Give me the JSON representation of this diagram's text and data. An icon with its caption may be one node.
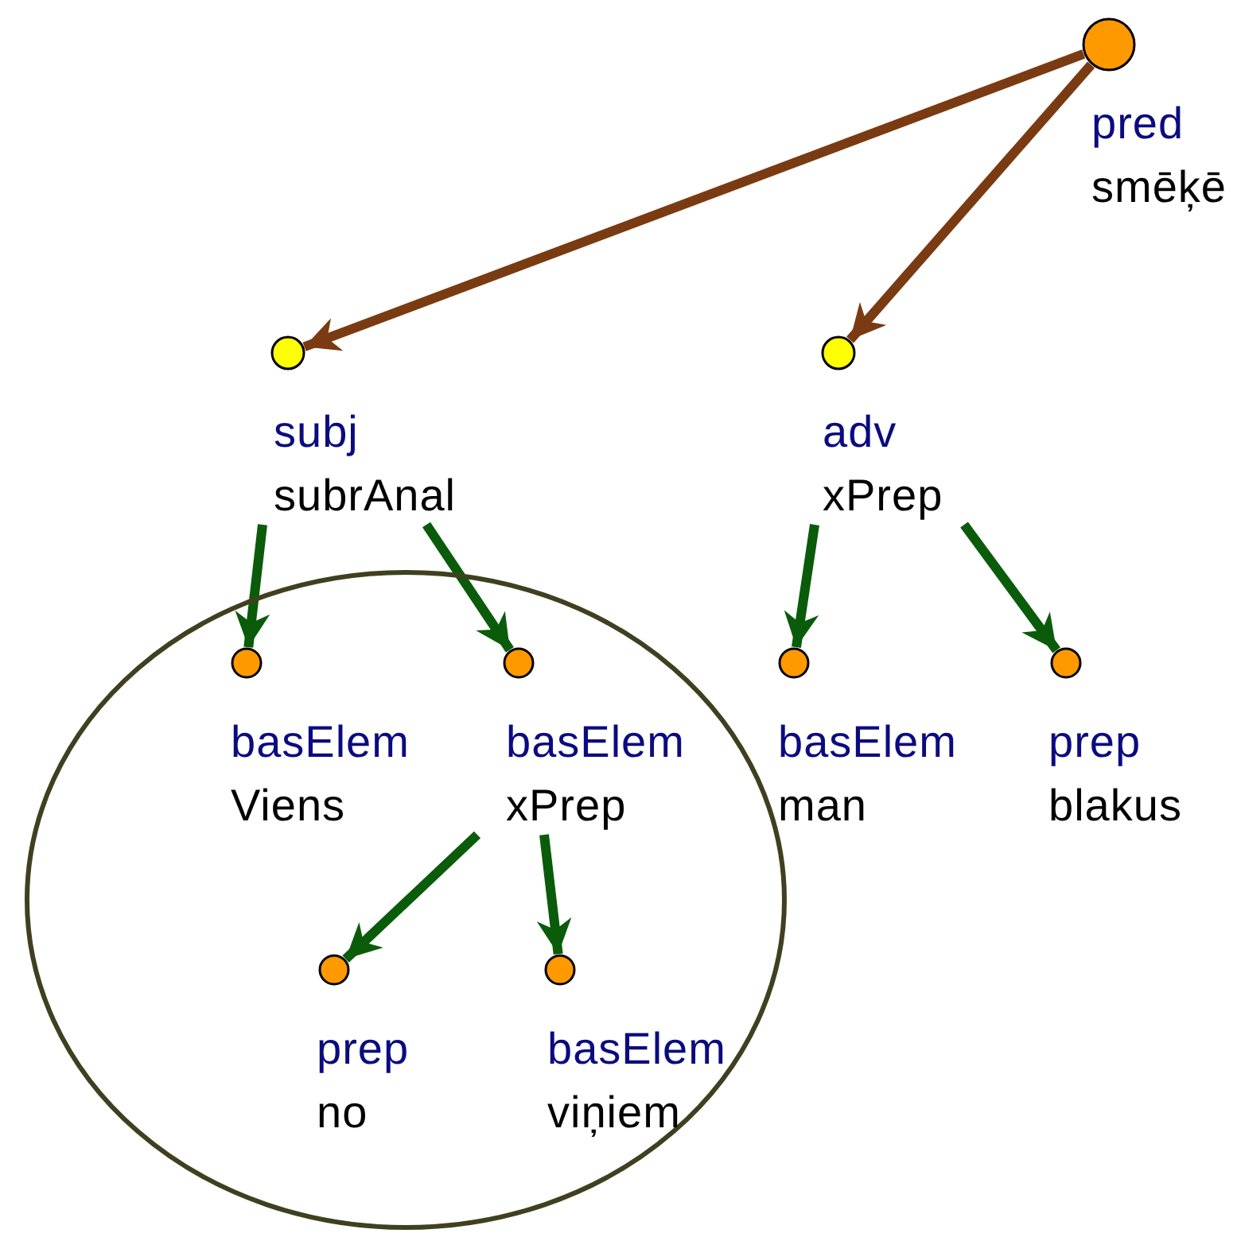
{
  "diagram": {
    "nodes": [
      {
        "text": [
          "pred",
          "smēķē"
        ]
      },
      {
        "text": [
          "subj",
          "subrAnal"
        ]
      },
      {
        "text": [
          "adv",
          "xPrep"
        ]
      },
      {
        "text": [],
        "shape": "ellipse"
      },
      {
        "text": [
          "basElem",
          "Viens"
        ],
        "in": 3
      },
      {
        "text": [
          "basElem",
          "xPrep"
        ],
        "in": 3
      },
      {
        "text": [
          "basElem",
          "man"
        ]
      },
      {
        "text": [
          "prep",
          "blakus"
        ]
      },
      {
        "text": [
          "prep",
          "no"
        ],
        "in": 3
      },
      {
        "text": [
          "basElem",
          "viņiem"
        ],
        "in": 3
      }
    ],
    "edges": [
      {
        "from": 0,
        "to": 1,
        "arrow": "to",
        "color": "#7a3b12"
      },
      {
        "from": 0,
        "to": 2,
        "arrow": "to",
        "color": "#7a3b12"
      },
      {
        "from": 1,
        "to": 4,
        "arrow": "to"
      },
      {
        "from": 1,
        "to": 5,
        "arrow": "to"
      },
      {
        "from": 2,
        "to": 6,
        "arrow": "to"
      },
      {
        "from": 2,
        "to": 7,
        "arrow": "to"
      },
      {
        "from": 5,
        "to": 8,
        "arrow": "to"
      },
      {
        "from": 5,
        "to": 9,
        "arrow": "to"
      }
    ]
  }
}
